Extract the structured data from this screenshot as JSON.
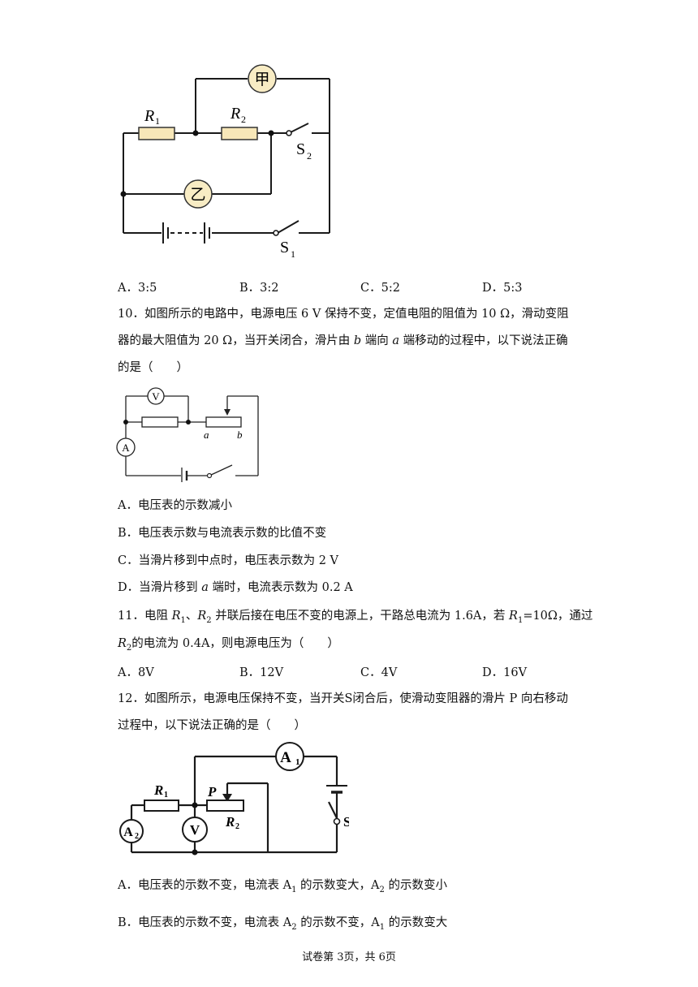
{
  "q9": {
    "options": [
      "A．3:5",
      "B．3:2",
      "C．5:2",
      "D．5:3"
    ],
    "diagram": {
      "R1": "R",
      "R1_sub": "1",
      "R2": "R",
      "R2_sub": "2",
      "meter_jia": "甲",
      "meter_yi": "乙",
      "S2": "S",
      "S2_sub": "2",
      "S1": "S",
      "S1_sub": "1"
    }
  },
  "q10": {
    "line1": "10．如图所示的电路中，电源电压 6 V 保持不变，定值电阻的阻值为 10 Ω，滑动变阻",
    "line2_a": "器的最大阻值为 20 Ω，当开关闭合，滑片由 ",
    "line2_b": "b",
    "line2_c": " 端向 ",
    "line2_d": "a",
    "line2_e": " 端移动的过程中，以下说法正确",
    "line3": "的是（　　）",
    "diagram": {
      "V": "V",
      "A": "A",
      "a": "a",
      "b": "b"
    },
    "optA": "A．电压表的示数减小",
    "optB": "B．电压表示数与电流表示数的比值不变",
    "optC": "C．当滑片移到中点时，电压表示数为 2 V",
    "optD_a": "D．当滑片移到 ",
    "optD_b": "a",
    "optD_c": " 端时，电流表示数为 0.2 A"
  },
  "q11": {
    "l1_a": "11．电阻 ",
    "l1_R": "R",
    "l1_1": "1",
    "l1_b": "、",
    "l1_2": "2",
    "l1_c": " 并联后接在电压不变的电源上，干路总电流为 1.6A，若 ",
    "l1_d": "=10Ω，通过",
    "l2_a": "的电流为 0.4A，则电源电压为（　　）",
    "options": [
      "A．8V",
      "B．12V",
      "C．4V",
      "D．16V"
    ]
  },
  "q12": {
    "line1": "12．如图所示，电源电压保持不变，当开关S闭合后，使滑动变阻器的滑片 P 向右移动",
    "line2": "过程中，以下说法正确的是（　　）",
    "diagram": {
      "A1": "A",
      "A1_sub": "1",
      "A2": "A",
      "A2_sub": "2",
      "R1": "R",
      "R1_sub": "1",
      "R2": "R",
      "R2_sub": "2",
      "P": "P",
      "V": "V",
      "S": "S"
    },
    "optA_a": "A．电压表的示数不变，电流表 A",
    "optA_b": "1",
    "optA_c": " 的示数变大，A",
    "optA_d": "2",
    "optA_e": " 的示数变小",
    "optB_a": "B．电压表的示数不变，电流表 A",
    "optB_b": "2",
    "optB_c": " 的示数不变，A",
    "optB_d": "1",
    "optB_e": " 的示数变大"
  },
  "footer": "试卷第 3页，共 6页"
}
